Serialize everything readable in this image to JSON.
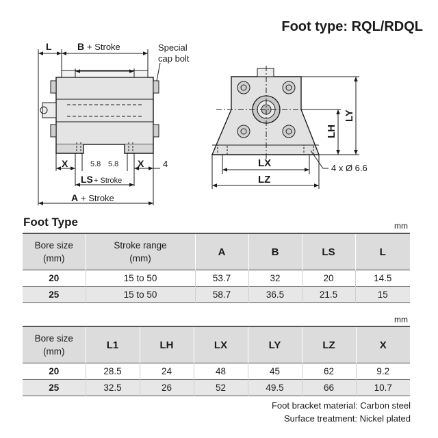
{
  "page_title": "Foot type: RQL/RDQL",
  "drawing": {
    "side_view": {
      "label_L": "L",
      "label_B": "B",
      "label_stroke": "+ Stroke",
      "label_special": "Special",
      "label_cap_bolt": "cap bolt",
      "label_X_left": "X",
      "label_58_a": "5.8",
      "label_58_b": "5.8",
      "label_X_right": "X",
      "label_4": "4",
      "label_LS": "LS",
      "label_LS_stroke": "+ Stroke",
      "label_A": "A",
      "label_A_stroke": "+ Stroke"
    },
    "end_view": {
      "label_LY": "LY",
      "label_LH": "LH",
      "label_LX": "LX",
      "label_LZ": "LZ",
      "label_holes": "4 x Ø 6.6"
    }
  },
  "section_title": "Foot Type",
  "unit": "mm",
  "table1": {
    "headers": [
      "Bore size\n(mm)",
      "Stroke range\n(mm)",
      "A",
      "B",
      "LS",
      "L"
    ],
    "rows": [
      [
        "20",
        "15 to 50",
        "53.7",
        "32",
        "20",
        "14.5"
      ],
      [
        "25",
        "15 to 50",
        "58.7",
        "36.5",
        "21.5",
        "15"
      ]
    ]
  },
  "table2": {
    "headers": [
      "Bore size\n(mm)",
      "L1",
      "LH",
      "LX",
      "LY",
      "LZ",
      "X"
    ],
    "rows": [
      [
        "20",
        "28.5",
        "24",
        "48",
        "45",
        "62",
        "9.2"
      ],
      [
        "25",
        "32.5",
        "26",
        "52",
        "49.5",
        "66",
        "10.7"
      ]
    ]
  },
  "notes": {
    "material": "Foot bracket material: Carbon steel",
    "surface": "Surface treatment: Nickel plated"
  }
}
